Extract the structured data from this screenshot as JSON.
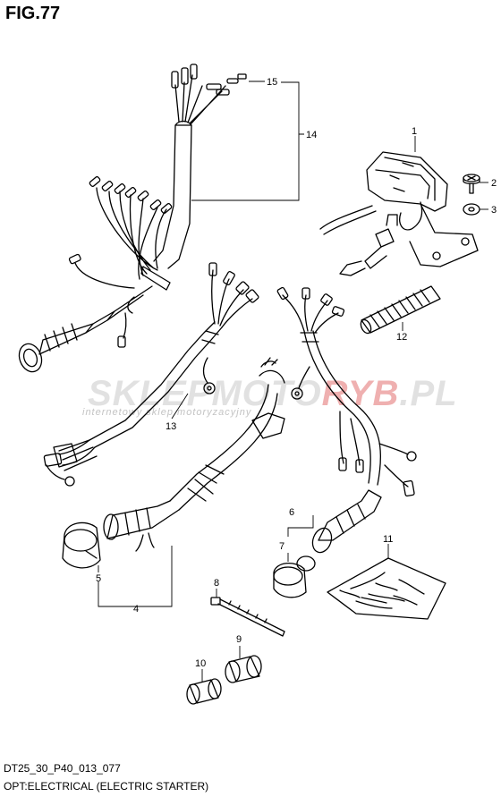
{
  "title": "FIG.77",
  "footer": {
    "code": "DT25_30_P40_013_077",
    "description": "OPT:ELECTRICAL (ELECTRIC STARTER)"
  },
  "watermark": {
    "brand_a": "SKLEPMOTO",
    "brand_b": "RYB",
    "brand_c": ".PL",
    "subtitle": "internetowy sklep motoryzacyjny"
  },
  "callouts": {
    "c1": "1",
    "c2": "2",
    "c3": "3",
    "c4": "4",
    "c5": "5",
    "c6": "6",
    "c7": "7",
    "c8": "8",
    "c9": "9",
    "c10": "10",
    "c11": "11",
    "c12": "12",
    "c13": "13",
    "c14": "14",
    "c15": "15"
  }
}
